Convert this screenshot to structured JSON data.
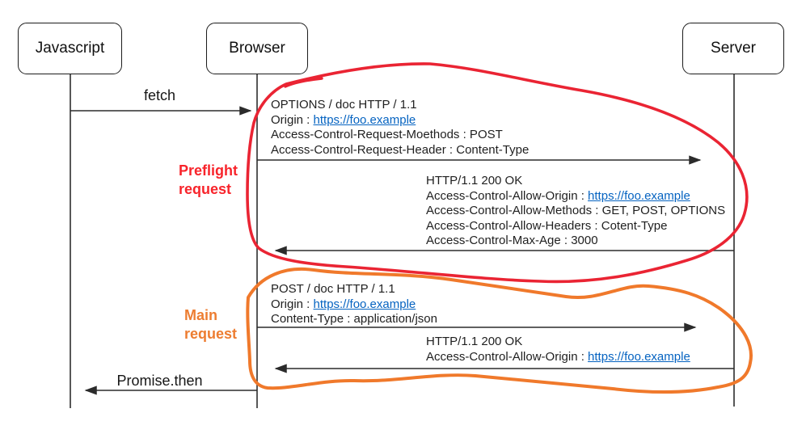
{
  "actors": [
    {
      "id": "javascript",
      "label": "Javascript"
    },
    {
      "id": "browser",
      "label": "Browser"
    },
    {
      "id": "server",
      "label": "Server"
    }
  ],
  "arrows": {
    "fetch_label": "fetch",
    "promise_label": "Promise.then"
  },
  "annotations": {
    "preflight": {
      "label": "Preflight request",
      "color": "#f8242b"
    },
    "main": {
      "label": "Main request",
      "color": "#ed7d31"
    }
  },
  "blocks": {
    "preflight_request": {
      "lines": [
        {
          "text": "OPTIONS / doc HTTP / 1.1"
        },
        {
          "text": "Origin : ",
          "link": "https://foo.example"
        },
        {
          "text": "Access-Control-Request-Moethods : POST"
        },
        {
          "text": "Access-Control-Request-Header : Content-Type"
        }
      ]
    },
    "preflight_response": {
      "lines": [
        {
          "text": "HTTP/1.1 200 OK"
        },
        {
          "text": "Access-Control-Allow-Origin : ",
          "link": "https://foo.example"
        },
        {
          "text": "Access-Control-Allow-Methods : GET, POST, OPTIONS"
        },
        {
          "text": "Access-Control-Allow-Headers : Cotent-Type"
        },
        {
          "text": "Access-Control-Max-Age : 3000"
        }
      ]
    },
    "main_request": {
      "lines": [
        {
          "text": "POST / doc HTTP / 1.1"
        },
        {
          "text": "Origin : ",
          "link": "https://foo.example"
        },
        {
          "text": "Content-Type : application/json"
        }
      ]
    },
    "main_response": {
      "lines": [
        {
          "text": "HTTP/1.1 200 OK"
        },
        {
          "text": "Access-Control-Allow-Origin : ",
          "link": "https://foo.example"
        }
      ]
    }
  },
  "colors": {
    "red_loop": "#ea2433",
    "orange_loop": "#f0792b",
    "link_blue": "#0563c1",
    "line_black": "#2f2f2f"
  }
}
